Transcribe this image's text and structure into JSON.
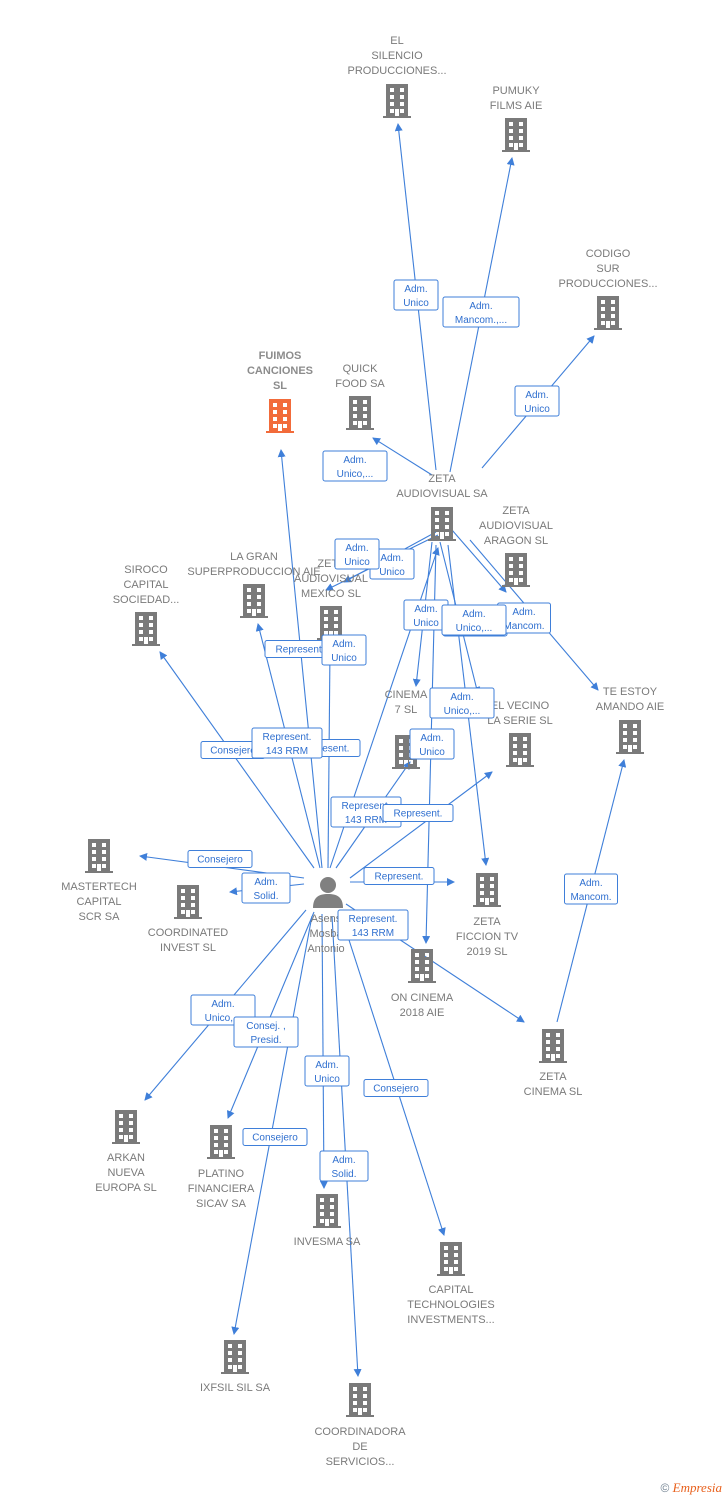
{
  "colors": {
    "edge": "#3f7fd9",
    "building": "#7a7a7a",
    "focus": "#f26b3a",
    "person": "#808080"
  },
  "center": {
    "id": "asens",
    "lines": [
      "Asens",
      "Mosba",
      "Antonio"
    ],
    "icon": "person-icon"
  },
  "nodes": [
    {
      "id": "el-silencio",
      "lines": [
        "EL",
        "SILENCIO",
        "PRODUCCIONES..."
      ]
    },
    {
      "id": "pumuky",
      "lines": [
        "PUMUKY",
        "FILMS AIE"
      ]
    },
    {
      "id": "codigo-sur",
      "lines": [
        "CODIGO",
        "SUR",
        "PRODUCCIONES..."
      ]
    },
    {
      "id": "fuimos",
      "lines": [
        "FUIMOS",
        "CANCIONES",
        "SL"
      ],
      "focus": true
    },
    {
      "id": "quick-food",
      "lines": [
        "QUICK",
        "FOOD SA"
      ]
    },
    {
      "id": "zeta-audiovisual",
      "lines": [
        "ZETA",
        "AUDIOVISUAL SA"
      ]
    },
    {
      "id": "zeta-aragon",
      "lines": [
        "ZETA",
        "AUDIOVISUAL",
        "ARAGON SL"
      ]
    },
    {
      "id": "siroco",
      "lines": [
        "SIROCO",
        "CAPITAL",
        "SOCIEDAD..."
      ]
    },
    {
      "id": "la-gran",
      "lines": [
        "LA GRAN",
        "SUPERPRODUCCION AIE"
      ]
    },
    {
      "id": "zeta-mexico",
      "lines": [
        "ZETA",
        "AUDIOVISUAL",
        "MEXICO  SL"
      ]
    },
    {
      "id": "te-estoy",
      "lines": [
        "TE ESTOY",
        "AMANDO AIE"
      ]
    },
    {
      "id": "cinema-7",
      "lines": [
        "CINEMA",
        "7  SL"
      ]
    },
    {
      "id": "el-vecino",
      "lines": [
        "EL VECINO",
        "LA SERIE  SL"
      ]
    },
    {
      "id": "mastertech",
      "lines": [
        "MASTERTECH",
        "CAPITAL",
        "SCR SA"
      ]
    },
    {
      "id": "coordinated",
      "lines": [
        "COORDINATED",
        "INVEST  SL"
      ]
    },
    {
      "id": "zeta-ficcion",
      "lines": [
        "ZETA",
        "FICCION TV",
        "2019  SL"
      ]
    },
    {
      "id": "on-cinema",
      "lines": [
        "ON CINEMA",
        "2018  AIE"
      ]
    },
    {
      "id": "zeta-cinema",
      "lines": [
        "ZETA",
        "CINEMA SL"
      ]
    },
    {
      "id": "arkan",
      "lines": [
        "ARKAN",
        "NUEVA",
        "EUROPA  SL"
      ]
    },
    {
      "id": "platino",
      "lines": [
        "PLATINO",
        "FINANCIERA",
        "SICAV SA"
      ]
    },
    {
      "id": "invesma",
      "lines": [
        "INVESMA SA"
      ]
    },
    {
      "id": "capital-tech",
      "lines": [
        "CAPITAL",
        "TECHNOLOGIES",
        "INVESTMENTS..."
      ]
    },
    {
      "id": "ixfsil",
      "lines": [
        "IXFSIL SIL SA"
      ]
    },
    {
      "id": "coordinadora",
      "lines": [
        "COORDINADORA",
        "DE",
        "SERVICIOS..."
      ]
    }
  ],
  "edges": [
    {
      "from": "zeta-audiovisual",
      "to": "el-silencio",
      "label": [
        "Adm.",
        "Unico"
      ]
    },
    {
      "from": "zeta-audiovisual",
      "to": "pumuky",
      "label": [
        "Adm.",
        "Mancom.,..."
      ]
    },
    {
      "from": "zeta-audiovisual",
      "to": "codigo-sur",
      "label": [
        "Adm.",
        "Unico"
      ]
    },
    {
      "from": "zeta-audiovisual",
      "to": "quick-food",
      "label": [
        "Adm.",
        "Unico,..."
      ]
    },
    {
      "from": "zeta-audiovisual",
      "to": "zeta-mexico",
      "label": [
        "Adm.",
        "Unico"
      ]
    },
    {
      "from": "zeta-audiovisual",
      "to": "zeta-aragon",
      "label": [
        "Adm.",
        "Unico,..."
      ]
    },
    {
      "from": "zeta-audiovisual",
      "to": "te-estoy",
      "label": [
        "Adm.",
        "Mancom."
      ]
    },
    {
      "from": "zeta-audiovisual",
      "to": "cinema-7",
      "label": [
        "Adm.",
        "Unico"
      ]
    },
    {
      "from": "zeta-audiovisual",
      "to": "el-vecino",
      "label": [
        "Adm.",
        "Unico,..."
      ]
    },
    {
      "from": "zeta-audiovisual",
      "to": "zeta-ficcion",
      "label": [
        "Adm.",
        "Unico,..."
      ]
    },
    {
      "from": "zeta-audiovisual",
      "to": "on-cinema",
      "label": [
        "Adm.",
        "Unico"
      ]
    },
    {
      "from": "zeta-audiovisual",
      "to": "la-gran",
      "label": [
        "Adm.",
        "Unico"
      ]
    },
    {
      "from": "asens",
      "to": "fuimos",
      "label": [
        "Represent."
      ]
    },
    {
      "from": "asens",
      "to": "zeta-audiovisual",
      "label": [
        "Represent."
      ]
    },
    {
      "from": "asens",
      "to": "siroco",
      "label": [
        "Consejero"
      ]
    },
    {
      "from": "asens",
      "to": "la-gran",
      "label": [
        "Represent.",
        "143 RRM"
      ]
    },
    {
      "from": "asens",
      "to": "zeta-mexico",
      "label": [
        "Adm.",
        "Unico"
      ]
    },
    {
      "from": "asens",
      "to": "cinema-7",
      "label": [
        "Represent.",
        "143 RRM"
      ]
    },
    {
      "from": "asens",
      "to": "el-vecino",
      "label": [
        "Represent."
      ]
    },
    {
      "from": "asens",
      "to": "mastertech",
      "label": [
        "Consejero"
      ]
    },
    {
      "from": "asens",
      "to": "coordinated",
      "label": [
        "Adm.",
        "Solid."
      ]
    },
    {
      "from": "asens",
      "to": "zeta-ficcion",
      "label": [
        "Represent."
      ]
    },
    {
      "from": "asens",
      "to": "zeta-cinema",
      "label": [
        "Represent.",
        "143 RRM"
      ]
    },
    {
      "from": "asens",
      "to": "arkan",
      "label": [
        "Adm.",
        "Unico,..."
      ]
    },
    {
      "from": "asens",
      "to": "platino",
      "label": [
        "Consej. ,",
        "Presid."
      ]
    },
    {
      "from": "asens",
      "to": "invesma",
      "label": [
        "Adm.",
        "Unico"
      ]
    },
    {
      "from": "asens",
      "to": "capital-tech",
      "label": [
        "Consejero"
      ]
    },
    {
      "from": "asens",
      "to": "ixfsil",
      "label": [
        "Consejero"
      ]
    },
    {
      "from": "asens",
      "to": "coordinadora",
      "label": [
        "Adm.",
        "Solid."
      ]
    },
    {
      "from": "zeta-cinema",
      "to": "te-estoy",
      "label": [
        "Adm.",
        "Mancom."
      ]
    }
  ],
  "footer": {
    "copyright": "©",
    "brand": "Empresia"
  }
}
